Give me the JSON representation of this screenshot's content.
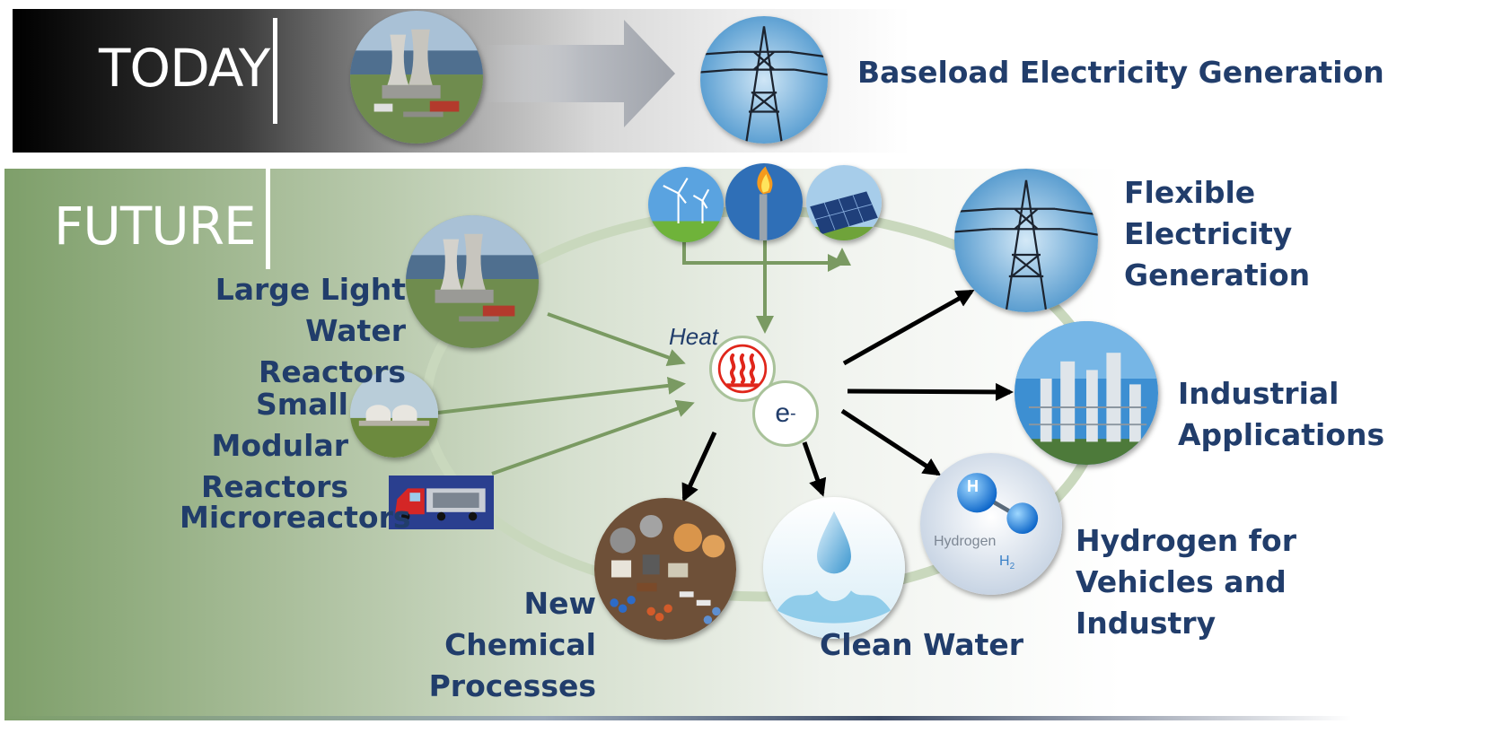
{
  "today": {
    "heading": "TODAY",
    "output_label": "Baseload Electricity Generation"
  },
  "future": {
    "heading": "FUTURE",
    "sources": [
      {
        "label": "Large Light Water Reactors"
      },
      {
        "label": "Small Modular Reactors"
      },
      {
        "label": "Microreactors"
      }
    ],
    "center": {
      "heat_label": "Heat",
      "electricity_symbol": "e",
      "electricity_superscript": "-"
    },
    "applications": [
      {
        "label": "Flexible Electricity Generation"
      },
      {
        "label": "Industrial Applications"
      },
      {
        "label": "Hydrogen for Vehicles and Industry"
      },
      {
        "label": "Clean Water"
      },
      {
        "label": "New Chemical Processes"
      }
    ],
    "hydrogen_image": {
      "word": "Hydrogen",
      "symbol": "H",
      "subscript": "2",
      "atom": "H"
    }
  },
  "colors": {
    "label_text": "#213d6b",
    "green_arrow": "#7a9a62",
    "ring": "#c9d8bd",
    "black_arrow": "#000000",
    "heat_icon": "#e0261b"
  }
}
